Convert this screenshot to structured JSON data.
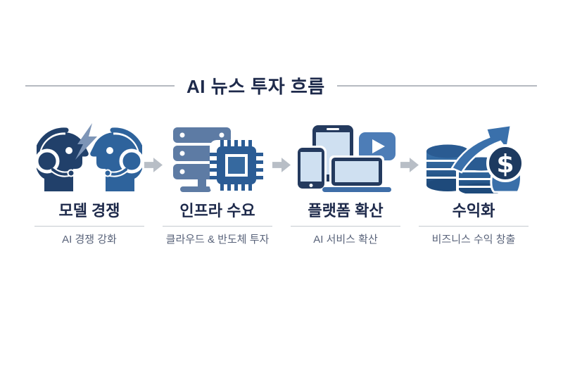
{
  "title": "AI 뉴스 투자 흐름",
  "steps": [
    {
      "label": "모델 경쟁",
      "sublabel": "AI 경쟁 강화",
      "icon": "competing-ai-heads-icon"
    },
    {
      "label": "인프라 수요",
      "sublabel": "클라우드 & 반도체 투자",
      "icon": "server-chip-icon"
    },
    {
      "label": "플랫폼 확산",
      "sublabel": "AI 서비스 확산",
      "icon": "devices-media-icon"
    },
    {
      "label": "수익화",
      "sublabel": "비즈니스 수익 창출",
      "icon": "coins-growth-icon"
    }
  ],
  "colors": {
    "title_text": "#1e2a4b",
    "subtext": "#59637a",
    "divider": "#c6cad0",
    "title_rule": "#b6bac1",
    "flow_arrow": "#b8bec6",
    "navy_dark": "#21406a",
    "navy_deep": "#1d3a60",
    "blue_mid": "#2e639c",
    "blue_gray": "#5d7ba4",
    "chip_blue": "#2b5c95",
    "slate_bolt": "#7d95b7",
    "screen_light": "#cfe0f1"
  }
}
